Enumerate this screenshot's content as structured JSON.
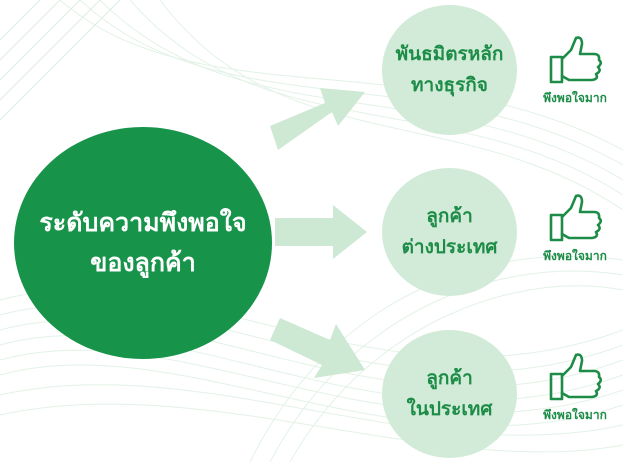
{
  "main": {
    "lines": [
      "ระดับความพึงพอใจ",
      "ของลูกค้า"
    ]
  },
  "nodes": [
    {
      "lines": [
        "พันธมิตรหลัก",
        "ทางธุรกิจ"
      ],
      "rating": "พึงพอใจมาก"
    },
    {
      "lines": [
        "ลูกค้า",
        "ต่างประเทศ"
      ],
      "rating": "พึงพอใจมาก"
    },
    {
      "lines": [
        "ลูกค้า",
        "ในประเทศ"
      ],
      "rating": "พึงพอใจมาก"
    }
  ],
  "icons": {
    "rating": "thumbs-up-icon",
    "connector": "arrow-icon"
  },
  "colors": {
    "primary": "#17934a",
    "node_fill": "#d2ebd8",
    "node_text": "#1c8c47",
    "arrow": "#cde9d4",
    "icon": "#1c8c47"
  }
}
